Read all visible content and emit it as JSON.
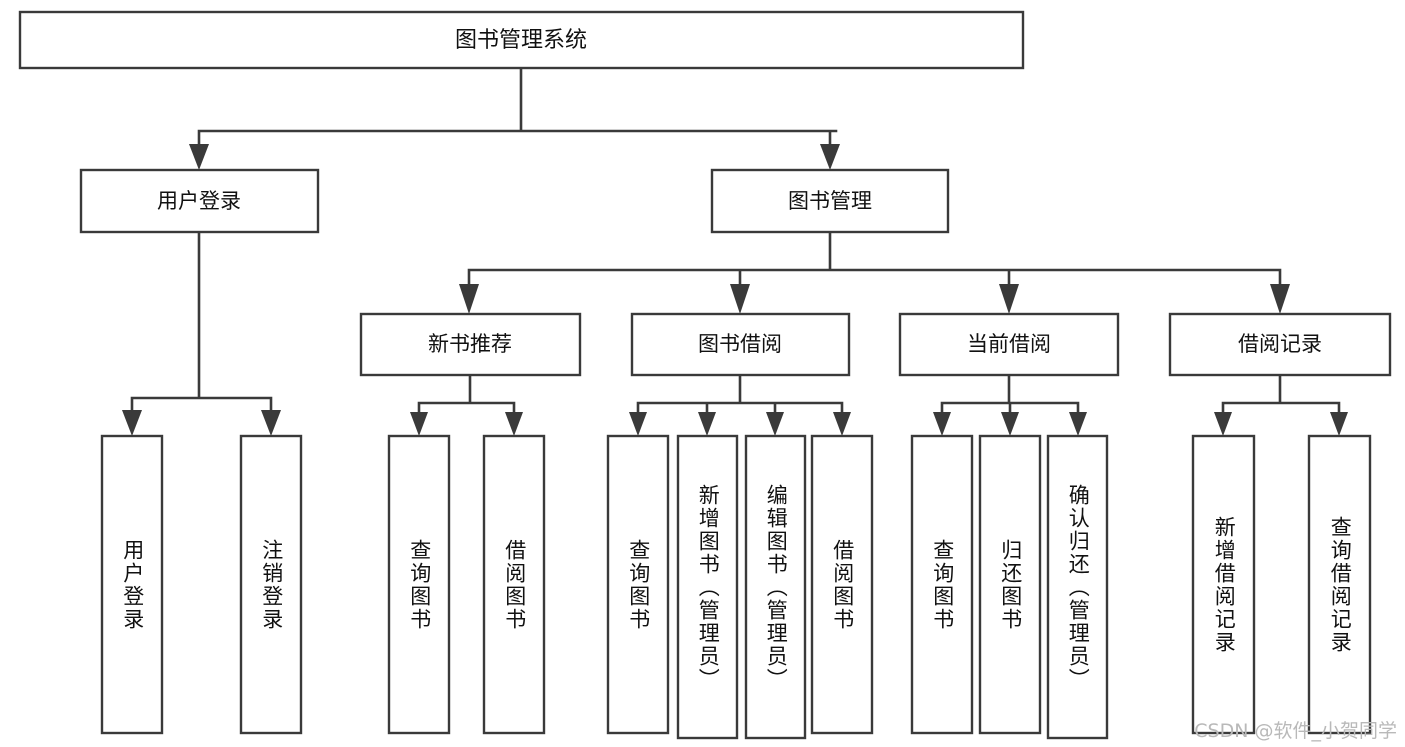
{
  "diagram": {
    "type": "tree-hierarchy",
    "title": "图书管理系统",
    "colors": {
      "box_stroke": "#3a3a3a",
      "box_fill": "#ffffff",
      "connector": "#3a3a3a",
      "text": "#111111",
      "background": "#ffffff",
      "watermark": "#b9b9b9"
    },
    "root": {
      "id": "root",
      "label": "图书管理系统",
      "level": 0
    },
    "level1": [
      {
        "id": "user-login",
        "label": "用户登录"
      },
      {
        "id": "book-management",
        "label": "图书管理"
      }
    ],
    "level2": [
      {
        "id": "new-book-recommend",
        "label": "新书推荐",
        "parent": "book-management"
      },
      {
        "id": "book-borrow",
        "label": "图书借阅",
        "parent": "book-management"
      },
      {
        "id": "current-borrow",
        "label": "当前借阅",
        "parent": "book-management"
      },
      {
        "id": "borrow-record",
        "label": "借阅记录",
        "parent": "book-management"
      }
    ],
    "leaves": {
      "user-login": [
        {
          "id": "leaf-user-login",
          "label": "用户登录"
        },
        {
          "id": "leaf-user-logout",
          "label": "注销登录"
        }
      ],
      "new-book-recommend": [
        {
          "id": "leaf-query-book-1",
          "label": "查询图书"
        },
        {
          "id": "leaf-borrow-book-1",
          "label": "借阅图书"
        }
      ],
      "book-borrow": [
        {
          "id": "leaf-query-book-2",
          "label": "查询图书"
        },
        {
          "id": "leaf-add-book",
          "label": "新增图书（管理员）"
        },
        {
          "id": "leaf-edit-book",
          "label": "编辑图书（管理员）"
        },
        {
          "id": "leaf-borrow-book-2",
          "label": "借阅图书"
        }
      ],
      "current-borrow": [
        {
          "id": "leaf-query-book-3",
          "label": "查询图书"
        },
        {
          "id": "leaf-return-book",
          "label": "归还图书"
        },
        {
          "id": "leaf-confirm-return",
          "label": "确认归还（管理员）"
        }
      ],
      "borrow-record": [
        {
          "id": "leaf-add-record",
          "label": "新增借阅记录"
        },
        {
          "id": "leaf-query-record",
          "label": "查询借阅记录"
        }
      ]
    }
  },
  "watermark": {
    "text": "CSDN @软件_小贺同学"
  }
}
